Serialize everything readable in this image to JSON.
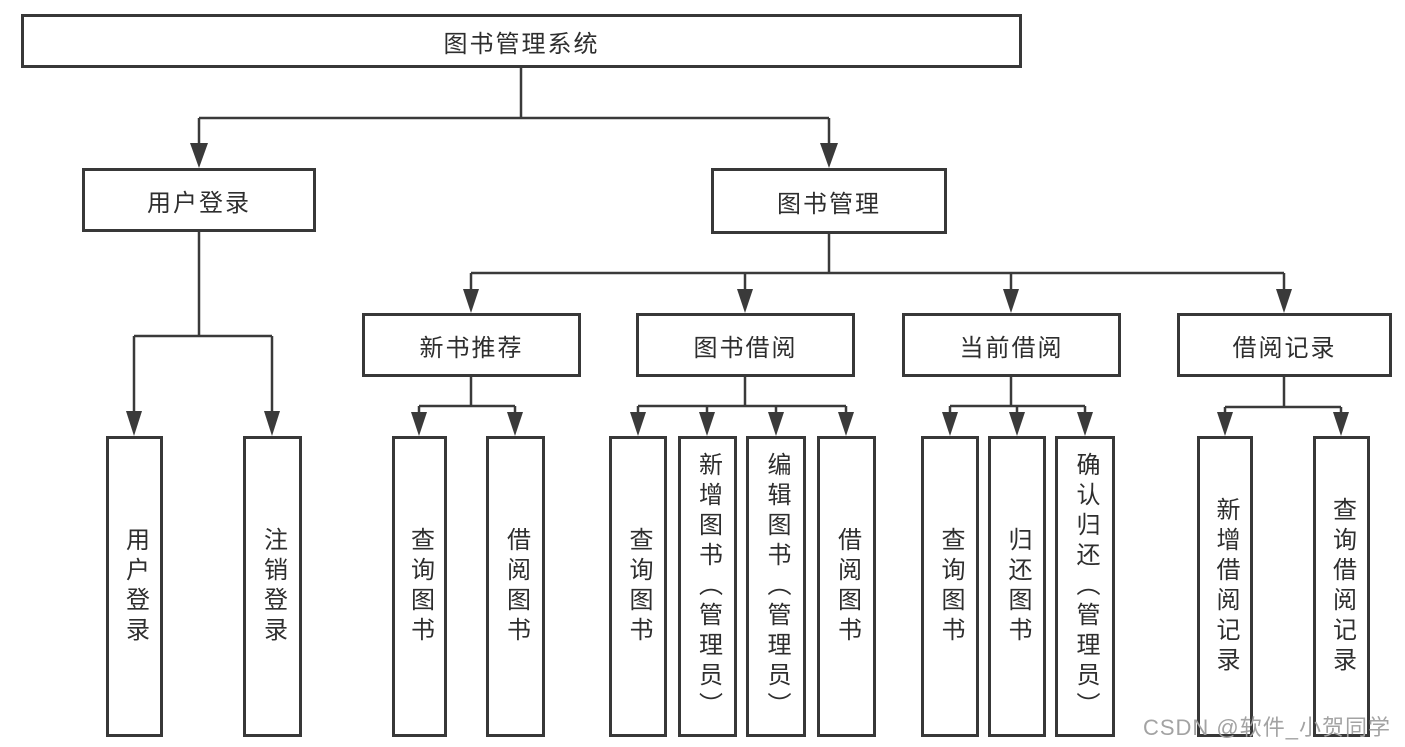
{
  "diagram": {
    "type": "hierarchy-diagram",
    "tree": {
      "label": "图书管理系统",
      "children": [
        {
          "label": "用户登录",
          "children": [
            {
              "label": "用户登录"
            },
            {
              "label": "注销登录"
            }
          ]
        },
        {
          "label": "图书管理",
          "children": [
            {
              "label": "新书推荐",
              "children": [
                {
                  "label": "查询图书"
                },
                {
                  "label": "借阅图书"
                }
              ]
            },
            {
              "label": "图书借阅",
              "children": [
                {
                  "label": "查询图书"
                },
                {
                  "label": "新增图书（管理员）"
                },
                {
                  "label": "编辑图书（管理员）"
                },
                {
                  "label": "借阅图书"
                }
              ]
            },
            {
              "label": "当前借阅",
              "children": [
                {
                  "label": "查询图书"
                },
                {
                  "label": "归还图书"
                },
                {
                  "label": "确认归还（管理员）"
                }
              ]
            },
            {
              "label": "借阅记录",
              "children": [
                {
                  "label": "新增借阅记录"
                },
                {
                  "label": "查询借阅记录"
                }
              ]
            }
          ]
        }
      ]
    },
    "colors": {
      "line": "#3a3a3a",
      "box_border": "#383838",
      "text": "#2e2e2e",
      "background": "#ffffff"
    }
  },
  "watermark": {
    "text": "CSDN @软件_小贺同学",
    "color": "#a3a3a3"
  }
}
